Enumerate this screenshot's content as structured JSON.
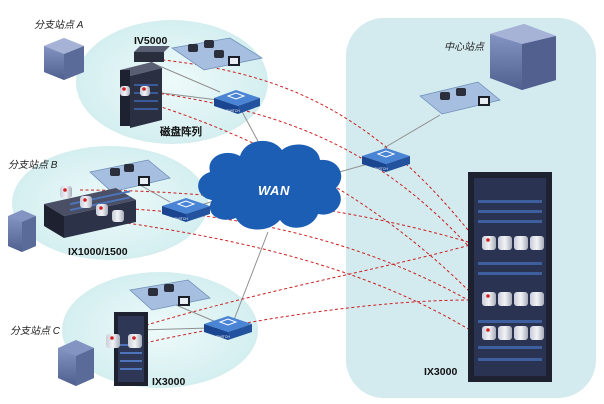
{
  "labels": {
    "branch_a": "分支站点 A",
    "branch_b": "分支站点 B",
    "branch_c": "分支站点 C",
    "center": "中心站点",
    "wan": "WAN",
    "iv5000": "IV5000",
    "disk_array": "磁盘阵列",
    "ix1000_1500": "IX1000/1500",
    "ix3000_branch": "IX3000",
    "ix3000_center": "IX3000"
  },
  "switch_text": "SWITCH",
  "colors": {
    "site_bg": "#d7f0f1",
    "center_bg": "#d3ebef",
    "cloud": "#1c5eb4",
    "solid_link": "#909090",
    "dashed_link": "#cc2020",
    "rack": "#1e2230",
    "building": "#6b7da8"
  }
}
